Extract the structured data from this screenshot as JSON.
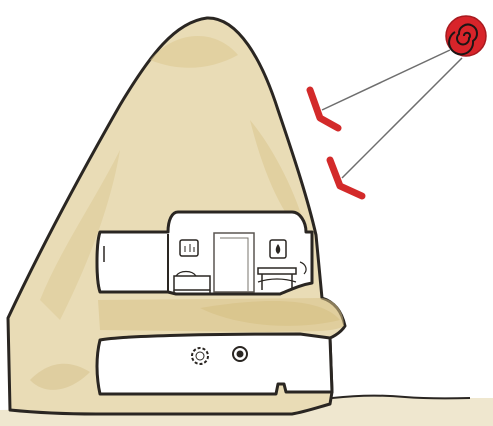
{
  "scene": {
    "kind": "cross-section of a dwelling carved inside a conical rock",
    "colors": {
      "background": "#ffffff",
      "rock_fill": "#e9dcb6",
      "rock_stain": "#d9c58f",
      "outline": "#2a2622",
      "sun": "#d8242a",
      "sun_spiral": "#1c1515",
      "arrow": "#d32a2a",
      "ray": "#6e6e6e",
      "cut_face": "#f6f3ea"
    },
    "icons": {
      "sun": "sun-icon",
      "arrows": "arrow-icon",
      "doorway": "door-icon",
      "lamp": "lamp-icon"
    },
    "sun_rays": 2,
    "arrows": 2,
    "chambers": 3,
    "rock_openings": 2
  }
}
